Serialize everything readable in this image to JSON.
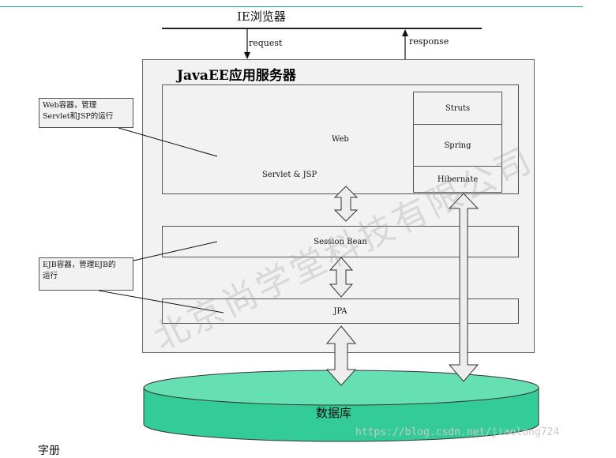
{
  "browser": {
    "title": "IE浏览器"
  },
  "flow": {
    "request_label": "request",
    "response_label": "response"
  },
  "server": {
    "title": "JavaEE应用服务器"
  },
  "web_container": {
    "label": "Web",
    "sublabel": "Servlet & JSP",
    "frameworks": [
      "Struts",
      "Spring",
      "Hibernate"
    ]
  },
  "session_bean": {
    "label": "Session Bean"
  },
  "jpa": {
    "label": "JPA"
  },
  "callouts": {
    "web": {
      "line1": "Web容器，管理",
      "line2": "Servlet和JSP的运行"
    },
    "ejb": {
      "line1": "EJB容器，管理EJB的",
      "line2": "运行"
    }
  },
  "database": {
    "label": "数据库",
    "fill_color": "#33cc99"
  },
  "watermark": {
    "text": "北京尚学堂科技有限公司"
  },
  "credit": {
    "url": "https://blog.csdn.net/jiaolong724"
  },
  "footer": {
    "text": "字册"
  },
  "colors": {
    "box_fill": "#f2f2f2",
    "top_rule": "#1aa39a",
    "arrow_fill": "#eeeeee"
  }
}
